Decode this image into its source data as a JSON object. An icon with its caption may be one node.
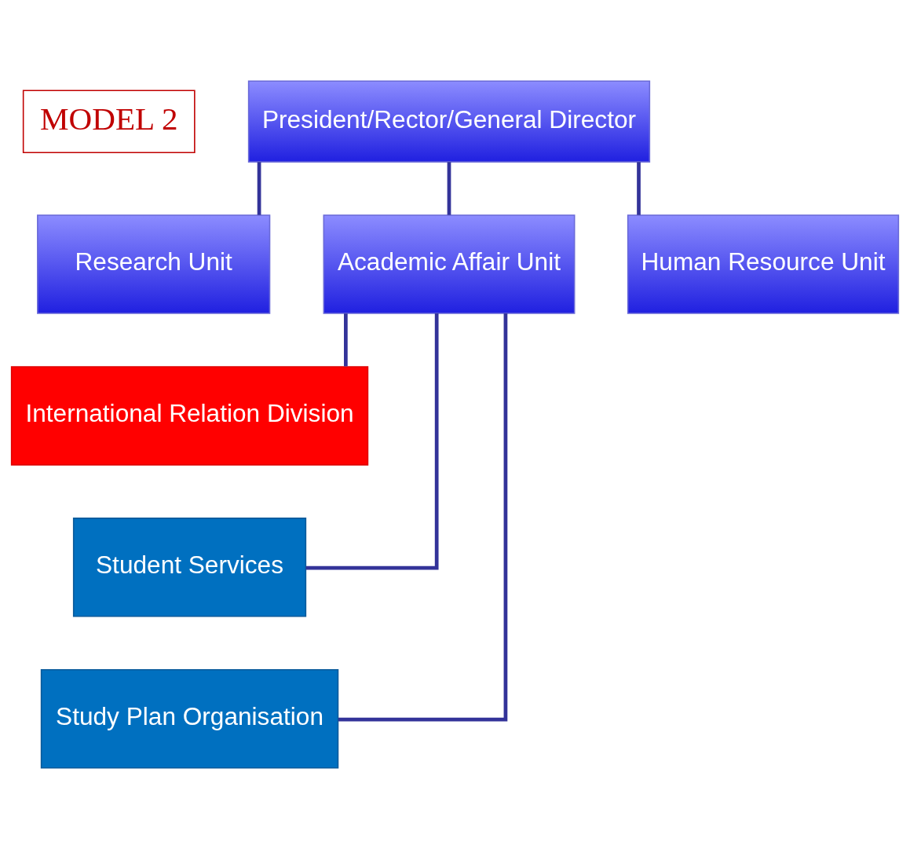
{
  "diagram": {
    "nodes": [
      {
        "text": [
          "MODEL 2"
        ]
      },
      {
        "text": [
          "President/Rector/General Director"
        ]
      },
      {
        "text": [
          "Research Unit"
        ]
      },
      {
        "text": [
          "Academic Affair Unit"
        ]
      },
      {
        "text": [
          "Human Resource Unit"
        ]
      },
      {
        "text": [
          "International Relation Division"
        ]
      },
      {
        "text": [
          "Student Services"
        ]
      },
      {
        "text": [
          "Study Plan Organisation"
        ]
      }
    ],
    "edges": [
      {
        "from": 1,
        "to": 2,
        "arrow": "none"
      },
      {
        "from": 1,
        "to": 3,
        "arrow": "none"
      },
      {
        "from": 1,
        "to": 4,
        "arrow": "none"
      },
      {
        "from": 3,
        "to": 5,
        "arrow": "none"
      },
      {
        "from": 3,
        "to": 6,
        "arrow": "none"
      },
      {
        "from": 3,
        "to": 7,
        "arrow": "none"
      }
    ]
  }
}
